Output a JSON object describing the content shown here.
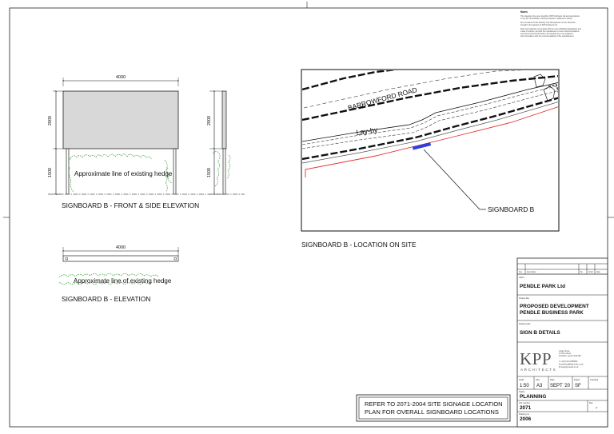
{
  "notes": {
    "heading": "Notes",
    "lines": [
      "This drawing is the sole copyright of KPP Architects Ltd and reproduction",
      "in any form is forbidden unless permission is obtained in writing.",
      "Do not scale from this drawing. Any discrepancies on site should be",
      "brought to the attention of KPP Architects Ltd.",
      "Work and materials must comply with the current Building Regulations and",
      "codes of practice, and with the manufacturer's current recommendations",
      "and other technical information. All materials are to be installed in",
      "strict accordance with the recommendations of the manufacturers."
    ]
  },
  "front_side": {
    "width_dim": "4000",
    "height_dim_left": "2000",
    "post_dim_left": "1500",
    "height_dim_side": "2000",
    "post_dim_side": "1500",
    "hedge_label": "Approximate line of existing hedge",
    "caption": "SIGNBOARD B - FRONT & SIDE ELEVATION"
  },
  "elevation": {
    "width_dim": "4000",
    "hedge_label": "Approximate line of existing hedge",
    "caption": "SIGNBOARD B - ELEVATION"
  },
  "site": {
    "road_label": "BARROWFORD ROAD",
    "layby_label": "Lay-by",
    "signboard_label": "SIGNBOARD B",
    "caption": "SIGNBOARD B - LOCATION ON SITE"
  },
  "refer_note": {
    "line1": "REFER TO 2071-2004 SITE SIGNAGE LOCATION",
    "line2": "PLAN FOR OVERALL SIGNBOARD LOCATIONS"
  },
  "title_block": {
    "rev_headers": [
      "Rev",
      "Description",
      "By",
      "Chk'd",
      "Date"
    ],
    "client_label": "Client",
    "client": "PENDLE PARK Ltd",
    "project_label": "Project title",
    "project_line1": "PROPOSED DEVELOPMENT",
    "project_line2": "PENDLE BUSINESS PARK",
    "drawing_label": "Drawing title",
    "drawing_title": "SIGN B DETAILS",
    "logo_text": "KPP",
    "logo_sub": "ARCHITECTS",
    "address_lines": [
      "Lodge House",
      "12 Town Street",
      "Horsforth, Leeds LS18 4RJ"
    ],
    "contact_lines": [
      "T    +44 (0) 113 2580000",
      "E    architects@kpp-leeds.co.uk",
      "W    www.kpp-leeds.co.uk"
    ],
    "meta_labels": [
      "Scale",
      "Size",
      "Date",
      "Drawn",
      "Checked"
    ],
    "scale": "1:50",
    "size": "A3",
    "date": "SEPT '20",
    "drawn": "SF",
    "checked": "",
    "status_label": "Status",
    "status": "PLANNING",
    "job_label": "Job number",
    "job_no": "2071",
    "rev_label": "Rev",
    "rev": "-",
    "dwg_label": "Drawing no",
    "dwg_no": "2006"
  }
}
